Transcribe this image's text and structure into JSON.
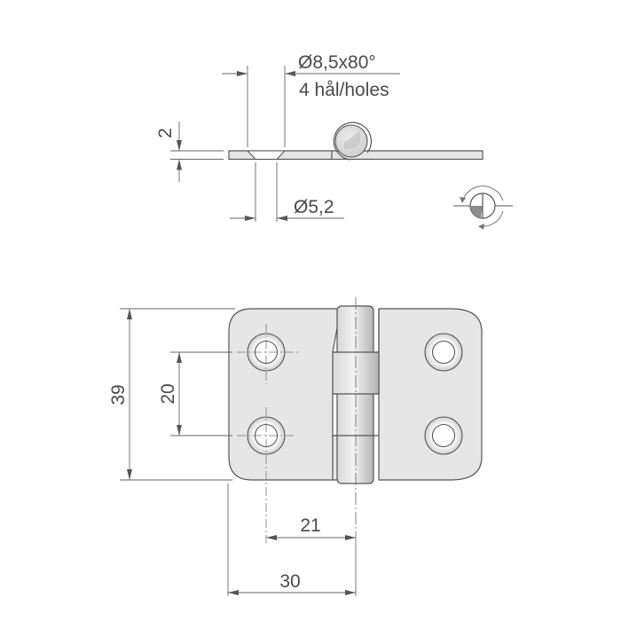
{
  "drawing": {
    "subject": "Hinge technical drawing",
    "side_view": {
      "countersink_label": "Ø8,5x80°",
      "holes_label": "4 hål/holes",
      "thickness_label": "2",
      "hole_label": "Ø5,2"
    },
    "front_view": {
      "height_label": "39",
      "hole_spacing_label": "20",
      "hole_to_axis_label": "21",
      "leaf_width_label": "30"
    },
    "symbols": {
      "projection": "rotation-projection-icon",
      "material": "material-icon"
    },
    "colors": {
      "line": "#555555",
      "plate_fill": "#e6e6e6",
      "dim_text": "#4a4a4a"
    }
  }
}
